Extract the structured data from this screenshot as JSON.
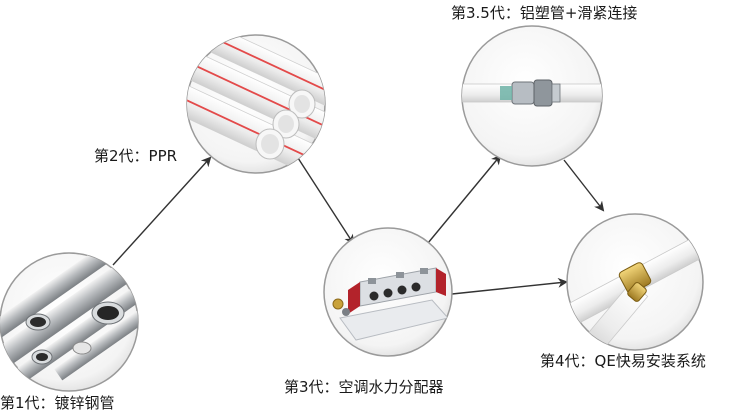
{
  "stages": [
    {
      "id": "gen1",
      "label": "第1代：镀锌钢管",
      "icon": "galvanized-steel-pipes-icon"
    },
    {
      "id": "gen2",
      "label": "第2代：PPR",
      "icon": "ppr-pipes-icon"
    },
    {
      "id": "gen3",
      "label": "第3代：空调水力分配器",
      "icon": "water-distributor-icon"
    },
    {
      "id": "gen35",
      "label": "第3.5代：铝塑管+滑紧连接",
      "icon": "pipe-slide-fitting-icon"
    },
    {
      "id": "gen4",
      "label": "第4代：QE快易安装系统",
      "icon": "tee-fitting-icon"
    }
  ],
  "connections": [
    {
      "from": "gen1",
      "to": "gen2"
    },
    {
      "from": "gen2",
      "to": "gen3"
    },
    {
      "from": "gen3",
      "to": "gen35"
    },
    {
      "from": "gen35",
      "to": "gen4"
    },
    {
      "from": "gen3",
      "to": "gen4"
    }
  ],
  "colors": {
    "line": "#333333",
    "circle_border": "#9a9a9a",
    "ppr_stripe": "#e34a4a",
    "distributor_red": "#b3232b",
    "brass": "#c9a23a"
  }
}
